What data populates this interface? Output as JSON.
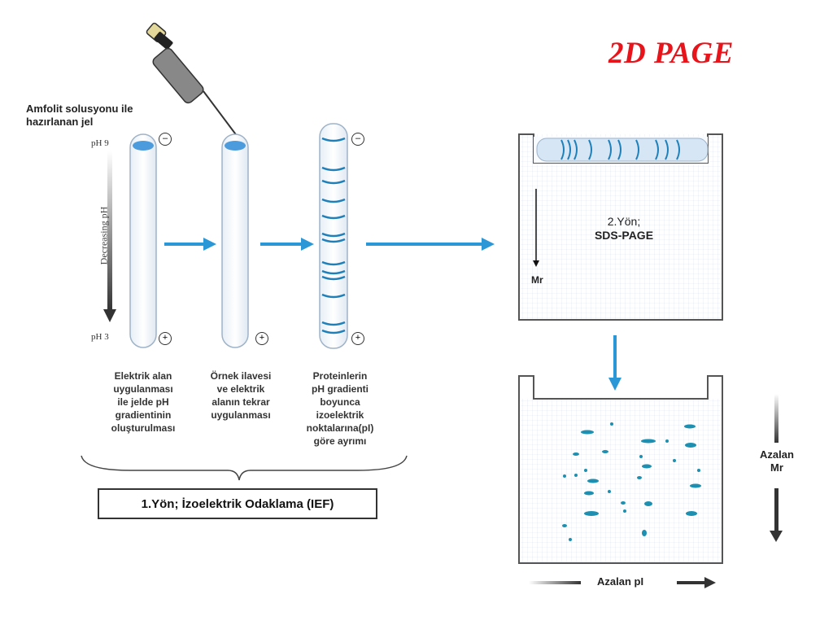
{
  "title": "2D PAGE",
  "gel_note": [
    "Amfolit solusyonu ile",
    "hazırlanan jel"
  ],
  "ph_top": "pH 9",
  "ph_bottom": "pH 3",
  "axis_label": "Decreasing pH",
  "electrode_minus": "–",
  "electrode_plus": "+",
  "steps": [
    [
      "Elektrik alan",
      "uygulanması",
      "ile jelde pH",
      "gradientinin",
      "oluşturulması"
    ],
    [
      "Örnek ilavesi",
      "ve elektrik",
      "alanın tekrar",
      "uygulanması"
    ],
    [
      "Proteinlerin",
      "pH gradienti",
      "boyunca",
      "izoelektrik",
      "noktalarına(pI)",
      "göre ayrımı"
    ]
  ],
  "ief_label": "1.Yön; İzoelektrik Odaklama (IEF)",
  "sds_label": [
    "2.Yön;",
    "SDS-PAGE"
  ],
  "mr_label": "Mr",
  "azalan_mr": [
    "Azalan",
    "Mr"
  ],
  "azalan_pi": "Azalan pI",
  "colors": {
    "title": "#e8141b",
    "arrow": "#2b97d6",
    "band": "#1f7fb8",
    "spot": "#1d8fb0"
  }
}
